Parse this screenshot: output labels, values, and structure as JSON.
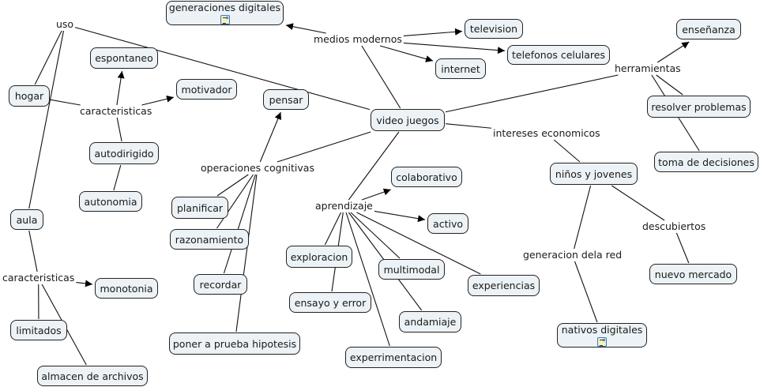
{
  "map": {
    "concepts": [
      {
        "id": "generaciones",
        "label": "generaciones digitales",
        "resource_icon": true
      },
      {
        "id": "television",
        "label": "television"
      },
      {
        "id": "telefonos",
        "label": "telefonos celulares"
      },
      {
        "id": "internet",
        "label": "internet"
      },
      {
        "id": "ensenanza",
        "label": "enseñanza"
      },
      {
        "id": "espontaneo",
        "label": "espontaneo"
      },
      {
        "id": "motivador",
        "label": "motivador"
      },
      {
        "id": "hogar",
        "label": "hogar"
      },
      {
        "id": "pensar",
        "label": "pensar"
      },
      {
        "id": "videojuegos",
        "label": "video juegos"
      },
      {
        "id": "resolver",
        "label": "resolver problemas"
      },
      {
        "id": "autodirigido",
        "label": "autodirigido"
      },
      {
        "id": "toma",
        "label": "toma de decisiones"
      },
      {
        "id": "ninos",
        "label": "niños y jovenes"
      },
      {
        "id": "colaborativo",
        "label": "colaborativo"
      },
      {
        "id": "autonomia",
        "label": "autonomia"
      },
      {
        "id": "planificar",
        "label": "planificar"
      },
      {
        "id": "aula",
        "label": "aula"
      },
      {
        "id": "activo",
        "label": "activo"
      },
      {
        "id": "razonamiento",
        "label": "razonamiento"
      },
      {
        "id": "exploracion",
        "label": "exploracion"
      },
      {
        "id": "multimodal",
        "label": "multimodal"
      },
      {
        "id": "nuevomercado",
        "label": "nuevo mercado"
      },
      {
        "id": "monotonia",
        "label": "monotonia"
      },
      {
        "id": "recordar",
        "label": "recordar"
      },
      {
        "id": "experiencias",
        "label": "experiencias"
      },
      {
        "id": "ensayo",
        "label": "ensayo y error"
      },
      {
        "id": "andamiaje",
        "label": "andamiaje"
      },
      {
        "id": "limitados",
        "label": "limitados"
      },
      {
        "id": "nativos",
        "label": "nativos digitales",
        "resource_icon": true
      },
      {
        "id": "poner",
        "label": "poner a prueba hipotesis"
      },
      {
        "id": "experrimentacion",
        "label": "experrimentacion"
      },
      {
        "id": "almacen",
        "label": "almacen de archivos"
      }
    ],
    "linking_phrases": [
      {
        "id": "uso",
        "label": "uso"
      },
      {
        "id": "medios",
        "label": "medios modernos"
      },
      {
        "id": "herramientas",
        "label": "herramientas"
      },
      {
        "id": "caract1",
        "label": "caracteristicas"
      },
      {
        "id": "intereses",
        "label": "intereses economicos"
      },
      {
        "id": "operaciones",
        "label": "operaciones cognitivas"
      },
      {
        "id": "aprendizaje",
        "label": "aprendizaje"
      },
      {
        "id": "descubiertos",
        "label": "descubiertos"
      },
      {
        "id": "generacionred",
        "label": "generacion dela red"
      },
      {
        "id": "caract2",
        "label": "caracteristicas"
      }
    ],
    "connections": [
      {
        "from": "videojuegos",
        "to": "uso",
        "arrow": false
      },
      {
        "from": "uso",
        "to": "hogar",
        "arrow": false
      },
      {
        "from": "uso",
        "to": "aula",
        "arrow": false
      },
      {
        "from": "hogar",
        "to": "caract1",
        "arrow": false
      },
      {
        "from": "caract1",
        "to": "espontaneo",
        "arrow": true
      },
      {
        "from": "caract1",
        "to": "motivador",
        "arrow": true
      },
      {
        "from": "caract1",
        "to": "autodirigido",
        "arrow": false
      },
      {
        "from": "autodirigido",
        "to": "autonomia",
        "arrow": false
      },
      {
        "from": "aula",
        "to": "caract2",
        "arrow": false
      },
      {
        "from": "caract2",
        "to": "monotonia",
        "arrow": true
      },
      {
        "from": "caract2",
        "to": "limitados",
        "arrow": false
      },
      {
        "from": "caract2",
        "to": "almacen",
        "arrow": false
      },
      {
        "from": "videojuegos",
        "to": "medios",
        "arrow": false
      },
      {
        "from": "medios",
        "to": "generaciones",
        "arrow": true
      },
      {
        "from": "medios",
        "to": "television",
        "arrow": true
      },
      {
        "from": "medios",
        "to": "telefonos",
        "arrow": true
      },
      {
        "from": "medios",
        "to": "internet",
        "arrow": true
      },
      {
        "from": "videojuegos",
        "to": "herramientas",
        "arrow": false
      },
      {
        "from": "herramientas",
        "to": "ensenanza",
        "arrow": true
      },
      {
        "from": "herramientas",
        "to": "resolver",
        "arrow": false
      },
      {
        "from": "herramientas",
        "to": "toma",
        "arrow": false
      },
      {
        "from": "videojuegos",
        "to": "intereses",
        "arrow": false
      },
      {
        "from": "intereses",
        "to": "ninos",
        "arrow": false
      },
      {
        "from": "ninos",
        "to": "descubiertos",
        "arrow": false
      },
      {
        "from": "descubiertos",
        "to": "nuevomercado",
        "arrow": false
      },
      {
        "from": "ninos",
        "to": "generacionred",
        "arrow": false
      },
      {
        "from": "generacionred",
        "to": "nativos",
        "arrow": false
      },
      {
        "from": "videojuegos",
        "to": "operaciones",
        "arrow": false
      },
      {
        "from": "operaciones",
        "to": "pensar",
        "arrow": true
      },
      {
        "from": "operaciones",
        "to": "planificar",
        "arrow": false
      },
      {
        "from": "operaciones",
        "to": "razonamiento",
        "arrow": false
      },
      {
        "from": "operaciones",
        "to": "recordar",
        "arrow": false
      },
      {
        "from": "operaciones",
        "to": "poner",
        "arrow": false
      },
      {
        "from": "videojuegos",
        "to": "aprendizaje",
        "arrow": false
      },
      {
        "from": "aprendizaje",
        "to": "colaborativo",
        "arrow": true
      },
      {
        "from": "aprendizaje",
        "to": "activo",
        "arrow": true
      },
      {
        "from": "aprendizaje",
        "to": "exploracion",
        "arrow": false
      },
      {
        "from": "aprendizaje",
        "to": "ensayo",
        "arrow": false
      },
      {
        "from": "aprendizaje",
        "to": "experrimentacion",
        "arrow": false
      },
      {
        "from": "aprendizaje",
        "to": "multimodal",
        "arrow": false
      },
      {
        "from": "aprendizaje",
        "to": "andamiaje",
        "arrow": false
      },
      {
        "from": "aprendizaje",
        "to": "experiencias",
        "arrow": false
      }
    ]
  }
}
